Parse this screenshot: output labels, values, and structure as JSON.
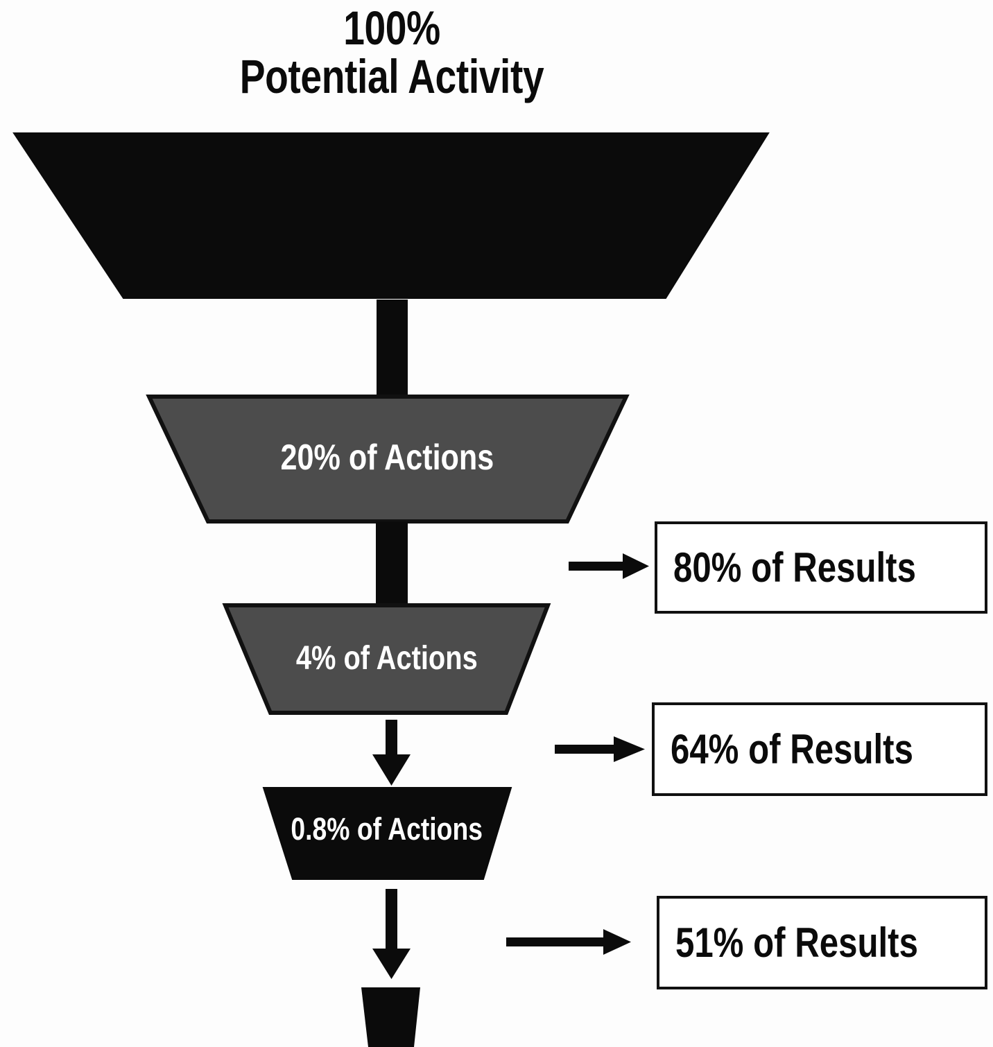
{
  "diagram": {
    "type": "funnel",
    "title": {
      "line1": "100%",
      "line2": "Potential Activity"
    },
    "colors": {
      "stage_dark": "#0b0b0b",
      "stage_gray": "#4c4c4c",
      "outline": "#111111",
      "label_text": "#ffffff",
      "background": "#ffffff",
      "box_text": "#0b0b0b"
    },
    "stages": [
      {
        "id": "stage-1",
        "label": "",
        "fill": "#0b0b0b",
        "text_color": "#ffffff",
        "value": 100,
        "unit": "%",
        "meaning": "Potential Activity"
      },
      {
        "id": "stage-2",
        "label": "20% of Actions",
        "fill": "#4c4c4c",
        "text_color": "#ffffff",
        "value": 20,
        "unit": "%",
        "meaning": "Actions"
      },
      {
        "id": "stage-3",
        "label": "4% of Actions",
        "fill": "#4c4c4c",
        "text_color": "#ffffff",
        "value": 4,
        "unit": "%",
        "meaning": "Actions"
      },
      {
        "id": "stage-4",
        "label": "0.8% of Actions",
        "fill": "#0b0b0b",
        "text_color": "#ffffff",
        "value": 0.8,
        "unit": "%",
        "meaning": "Actions"
      },
      {
        "id": "stage-5",
        "label": "",
        "fill": "#0b0b0b",
        "text_color": "#ffffff",
        "value": null,
        "unit": "",
        "meaning": ""
      }
    ],
    "results": [
      {
        "id": "result-1",
        "label": "80% of Results",
        "value": 80,
        "unit": "%",
        "from_stage": "stage-2"
      },
      {
        "id": "result-2",
        "label": "64% of Results",
        "value": 64,
        "unit": "%",
        "from_stage": "stage-3"
      },
      {
        "id": "result-3",
        "label": "51% of Results",
        "value": 51,
        "unit": "%",
        "from_stage": "stage-4"
      }
    ],
    "connectors": [
      {
        "id": "connector-1-2",
        "kind": "bar"
      },
      {
        "id": "connector-2-3",
        "kind": "bar"
      },
      {
        "id": "connector-3-4",
        "kind": "arrow"
      },
      {
        "id": "connector-4-5",
        "kind": "arrow"
      }
    ],
    "result_arrows": [
      {
        "id": "result-arrow-1",
        "kind": "arrow-right"
      },
      {
        "id": "result-arrow-2",
        "kind": "arrow-right"
      },
      {
        "id": "result-arrow-3",
        "kind": "arrow-right"
      }
    ]
  },
  "chart_data": {
    "type": "funnel",
    "title": "100% Potential Activity",
    "categories": [
      "Potential Activity",
      "20% of Actions",
      "4% of Actions",
      "0.8% of Actions"
    ],
    "values": [
      100,
      20,
      4,
      0.8
    ],
    "ylabel": "% of Actions",
    "xlabel": "",
    "annotations": [
      "80% of Results",
      "64% of Results",
      "51% of Results"
    ],
    "annotation_values": [
      80,
      64,
      51
    ],
    "legend": []
  }
}
